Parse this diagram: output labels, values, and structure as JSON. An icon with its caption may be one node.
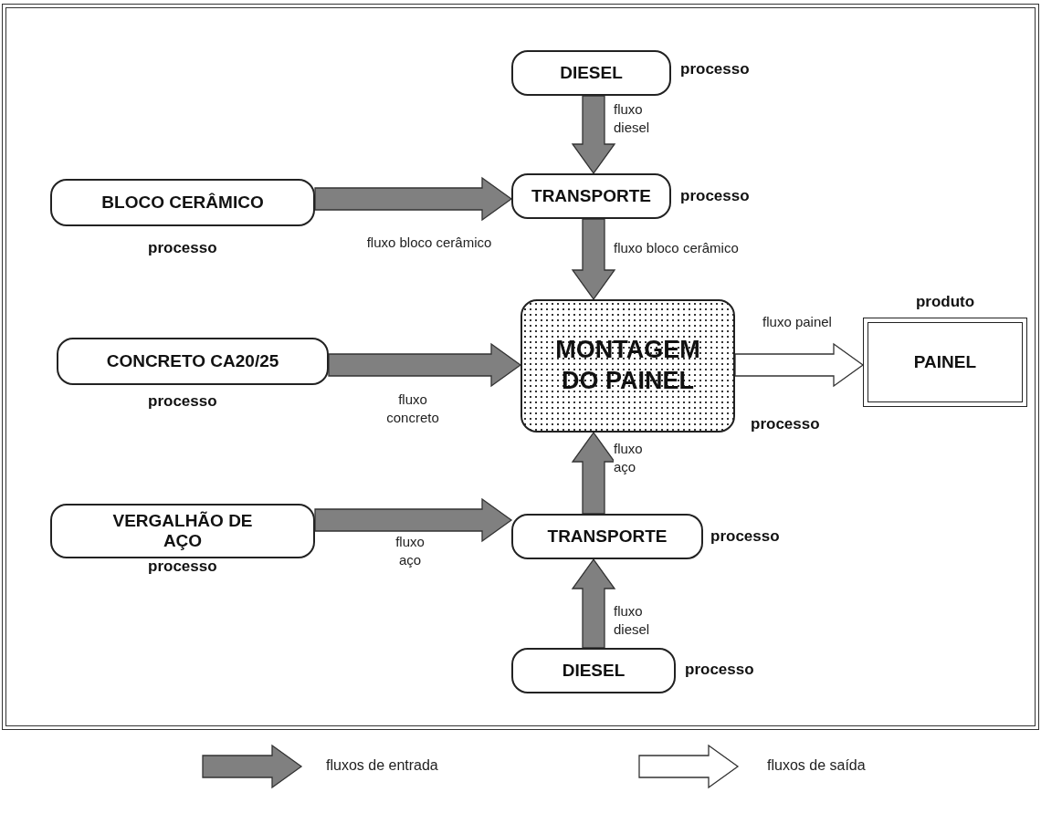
{
  "diagram": {
    "nodes": [
      {
        "text": [
          "DIESEL"
        ],
        "beside": [
          "processo"
        ]
      },
      {
        "text": [
          "TRANSPORTE"
        ],
        "beside": [
          "processo"
        ]
      },
      {
        "text": [
          "BLOCO CERÂMICO"
        ],
        "beside": [
          "processo"
        ]
      },
      {
        "text": [
          "CONCRETO CA20/25"
        ],
        "beside": [
          "processo"
        ]
      },
      {
        "text": [
          "MONTAGEM DO PAINEL"
        ],
        "beside": [
          "processo"
        ]
      },
      {
        "text": [
          "produto",
          "PAINEL"
        ]
      },
      {
        "text": [
          "VERGALHÃO DE AÇO"
        ],
        "beside": [
          "processo"
        ]
      },
      {
        "text": [
          "TRANSPORTE"
        ],
        "beside": [
          "processo"
        ]
      },
      {
        "text": [
          "DIESEL"
        ],
        "beside": [
          "processo"
        ]
      }
    ],
    "edges": [
      {
        "from": 0,
        "to": 1,
        "arrow": "to",
        "label": "fluxo diesel"
      },
      {
        "from": 2,
        "to": 1,
        "arrow": "to",
        "label": "fluxo bloco cerâmico"
      },
      {
        "from": 1,
        "to": 4,
        "arrow": "to",
        "label": "fluxo bloco cerâmico"
      },
      {
        "from": 3,
        "to": 4,
        "arrow": "to",
        "label": "fluxo concreto"
      },
      {
        "from": 4,
        "to": 5,
        "arrow": "to",
        "label": "fluxo painel",
        "color": "#ffffff"
      },
      {
        "from": 6,
        "to": 7,
        "arrow": "to",
        "label": "fluxo aço"
      },
      {
        "from": 7,
        "to": 4,
        "arrow": "to",
        "label": "fluxo aço"
      },
      {
        "from": 8,
        "to": 7,
        "arrow": "to",
        "label": "fluxo diesel"
      }
    ],
    "legend": [
      {
        "text": "fluxos de entrada"
      },
      {
        "text": "fluxos de saída"
      }
    ]
  }
}
